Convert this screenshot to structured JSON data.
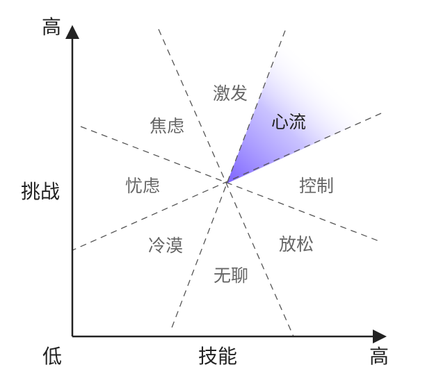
{
  "axes": {
    "y_top": "高",
    "y_label": "挑战",
    "origin": "低",
    "x_label": "技能",
    "x_right": "高"
  },
  "zones": {
    "arousal": "激发",
    "flow": "心流",
    "anxiety": "焦虑",
    "control": "控制",
    "worry": "忧虑",
    "apathy": "冷漠",
    "relaxation": "放松",
    "boredom": "无聊"
  },
  "colors": {
    "axis": "#222222",
    "dash": "#555555",
    "zone_text": "#666666",
    "flow_gradient_start": "#7b61ff",
    "flow_gradient_end": "#ffffff"
  }
}
